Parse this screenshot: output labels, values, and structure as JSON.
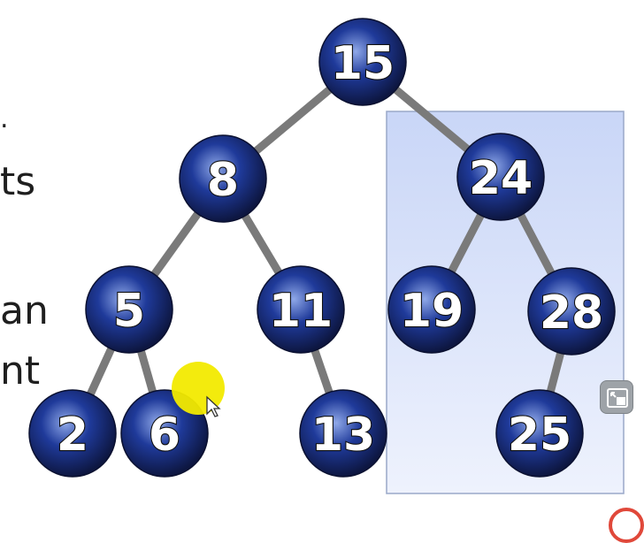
{
  "side_text": [
    ".",
    "ts",
    "an",
    "nt"
  ],
  "tree": {
    "nodes": [
      {
        "id": "n15",
        "label": "15"
      },
      {
        "id": "n8",
        "label": "8"
      },
      {
        "id": "n24",
        "label": "24"
      },
      {
        "id": "n5",
        "label": "5"
      },
      {
        "id": "n11",
        "label": "11"
      },
      {
        "id": "n19",
        "label": "19"
      },
      {
        "id": "n28",
        "label": "28"
      },
      {
        "id": "n2",
        "label": "2"
      },
      {
        "id": "n6",
        "label": "6"
      },
      {
        "id": "n13",
        "label": "13"
      },
      {
        "id": "n25",
        "label": "25"
      }
    ],
    "edges": [
      [
        "n15",
        "n8"
      ],
      [
        "n15",
        "n24"
      ],
      [
        "n8",
        "n5"
      ],
      [
        "n8",
        "n11"
      ],
      [
        "n24",
        "n19"
      ],
      [
        "n24",
        "n28"
      ],
      [
        "n5",
        "n2"
      ],
      [
        "n5",
        "n6"
      ],
      [
        "n11",
        "n13"
      ],
      [
        "n28",
        "n25"
      ]
    ],
    "highlighted_subtree_root": "n24"
  },
  "colors": {
    "node_dark": "#0d1640",
    "node_mid": "#1f3a9a",
    "node_light": "#8fa8e8",
    "edge": "#7a7a7a",
    "highlight_top": "#c9d6f7",
    "highlight_bottom": "#eef2fd",
    "cursor_highlight": "#f2ea00"
  },
  "icons": {
    "pip_button": "picture-in-picture-icon",
    "cursor": "mouse-pointer-icon"
  }
}
